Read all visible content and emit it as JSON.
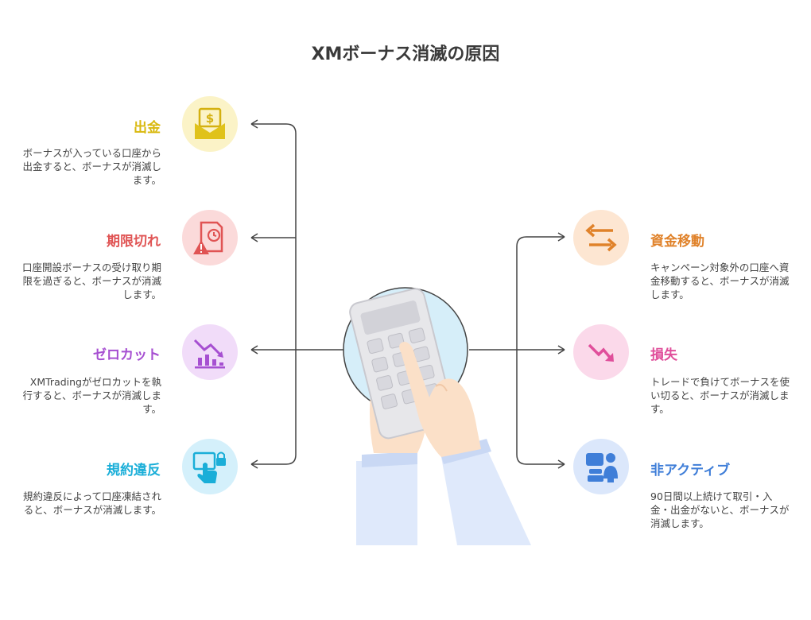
{
  "title": "XMボーナス消滅の原因",
  "colors": {
    "yellow": "#e0c21a",
    "red": "#e05454",
    "purple": "#a64fd1",
    "cyan": "#1aaed8",
    "orange": "#e0822a",
    "pink": "#e04f9b",
    "blue": "#3f7ed8"
  },
  "left_items": [
    {
      "label": "出金",
      "icon": "cash-envelope-icon",
      "desc": "ボーナスが入っている口座から出金すると、ボーナスが消滅します。"
    },
    {
      "label": "期限切れ",
      "icon": "clock-warning-icon",
      "desc": "口座開設ボーナスの受け取り期限を過ぎると、ボーナスが消滅します。"
    },
    {
      "label": "ゼロカット",
      "icon": "chart-down-icon",
      "desc": "XMTradingがゼロカットを執行すると、ボーナスが消滅します。"
    },
    {
      "label": "規約違反",
      "icon": "hand-lock-icon",
      "desc": "規約違反によって口座凍結されると、ボーナスが消滅します。"
    }
  ],
  "right_items": [
    {
      "label": "資金移動",
      "icon": "transfer-arrows-icon",
      "desc": "キャンペーン対象外の口座へ資金移動すると、ボーナスが消滅します。"
    },
    {
      "label": "損失",
      "icon": "trend-down-icon",
      "desc": "トレードで負けてボーナスを使い切ると、ボーナスが消滅します。"
    },
    {
      "label": "非アクティブ",
      "icon": "inactive-users-icon",
      "desc": "90日間以上続けて取引・入金・出金がないと、ボーナスが消滅します。"
    }
  ]
}
